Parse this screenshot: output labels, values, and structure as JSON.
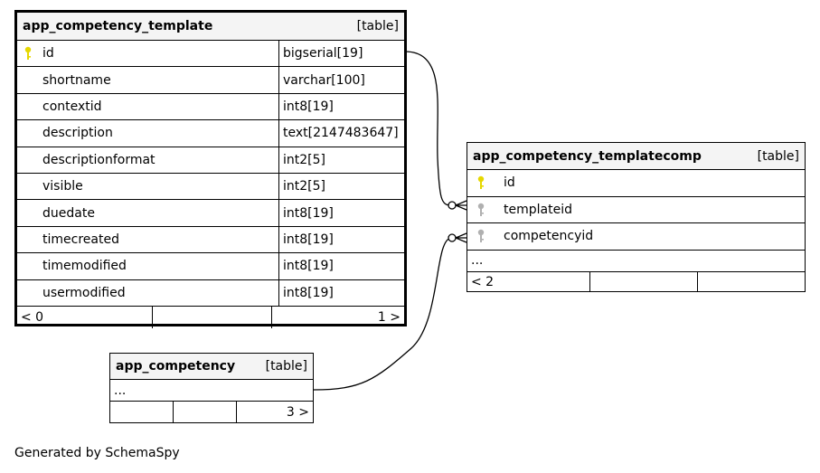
{
  "colors": {
    "primary_key": "#e6d800",
    "foreign_key": "#b0b0b0",
    "header_bg": "#f4f4f4"
  },
  "template": {
    "name": "app_competency_template",
    "kind": "[table]",
    "columns": [
      {
        "name": "id",
        "type": "bigserial[19]",
        "key": "primary"
      },
      {
        "name": "shortname",
        "type": "varchar[100]",
        "key": ""
      },
      {
        "name": "contextid",
        "type": "int8[19]",
        "key": ""
      },
      {
        "name": "description",
        "type": "text[2147483647]",
        "key": ""
      },
      {
        "name": "descriptionformat",
        "type": "int2[5]",
        "key": ""
      },
      {
        "name": "visible",
        "type": "int2[5]",
        "key": ""
      },
      {
        "name": "duedate",
        "type": "int8[19]",
        "key": ""
      },
      {
        "name": "timecreated",
        "type": "int8[19]",
        "key": ""
      },
      {
        "name": "timemodified",
        "type": "int8[19]",
        "key": ""
      },
      {
        "name": "usermodified",
        "type": "int8[19]",
        "key": ""
      }
    ],
    "footer_left": "< 0",
    "footer_right": "1 >"
  },
  "templatecomp": {
    "name": "app_competency_templatecomp",
    "kind": "[table]",
    "columns": [
      {
        "name": "id",
        "key": "primary"
      },
      {
        "name": "templateid",
        "key": "foreign"
      },
      {
        "name": "competencyid",
        "key": "foreign"
      }
    ],
    "ellipsis": "...",
    "footer_left": "< 2",
    "footer_right": ""
  },
  "competency": {
    "name": "app_competency",
    "kind": "[table]",
    "ellipsis": "...",
    "footer_left": "",
    "footer_right": "3 >"
  },
  "generated_by": "Generated by SchemaSpy"
}
